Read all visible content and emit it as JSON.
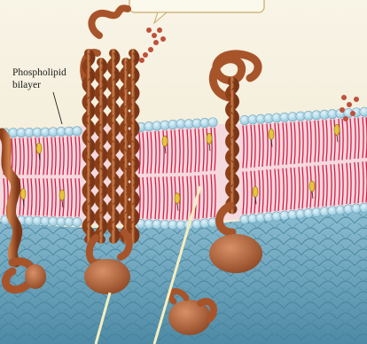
{
  "labels": {
    "bilayer_line1": "Phospholipid",
    "bilayer_line2": "bilayer"
  },
  "colors": {
    "background": "#f7f3e4",
    "extracellular": "#f3ecd3",
    "membrane_heads": "#a9d6e6",
    "membrane_tails": "#d81a45",
    "cholesterol": "#e7c43a",
    "protein": "#b05a2c",
    "protein_dark": "#7a3616",
    "cytoplasm": "#6fa9c2",
    "carbohydrate": "#c0503a",
    "leader_line": "#f3ecb0"
  },
  "icons": [
    "callout-box",
    "transmembrane-helix-bundle",
    "single-pass-protein",
    "glycolipid-chain",
    "peripheral-protein",
    "cholesterol-molecule"
  ]
}
